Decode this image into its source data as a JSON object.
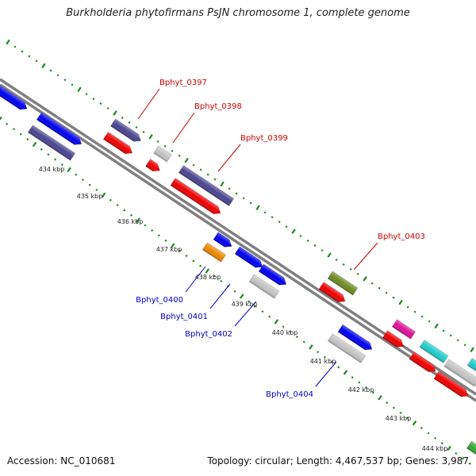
{
  "title": "Burkholderia phytofirmans PsJN chromosome 1, complete genome",
  "accession": "Accession: NC_010681",
  "summary": "Topology: circular; Length: 4,467,537 bp; Genes: 3,987",
  "colors": {
    "backbone": "#808080",
    "tick": "#1a8a1a",
    "red": "#ee0000",
    "navy": "#4a4490",
    "blue": "#0000ee",
    "grey": "#c4c4c4",
    "orange": "#ee8800",
    "olive": "#6e8a22",
    "magenta": "#dd1199",
    "cyan": "#22cccc",
    "green": "#33aa33",
    "label_red": "#cc0000",
    "label_blue": "#0000cc"
  },
  "kbp_labels": [
    "434 kbp",
    "435 kbp",
    "436 kbp",
    "437 kbp",
    "438 kbp",
    "439 kbp",
    "440 kbp",
    "441 kbp",
    "442 kbp",
    "443 kbp",
    "444 kbp"
  ],
  "gene_labels": [
    {
      "text": "Bphyt_0397",
      "side": "outer",
      "color": "red"
    },
    {
      "text": "Bphyt_0398",
      "side": "outer",
      "color": "red"
    },
    {
      "text": "Bphyt_0399",
      "side": "outer",
      "color": "red"
    },
    {
      "text": "Bphyt_0403",
      "side": "outer",
      "color": "red"
    },
    {
      "text": "Bphyt_0400",
      "side": "inner",
      "color": "blue"
    },
    {
      "text": "Bphyt_0401",
      "side": "inner",
      "color": "blue"
    },
    {
      "text": "Bphyt_0402",
      "side": "inner",
      "color": "blue"
    },
    {
      "text": "Bphyt_0404",
      "side": "inner",
      "color": "blue"
    }
  ]
}
